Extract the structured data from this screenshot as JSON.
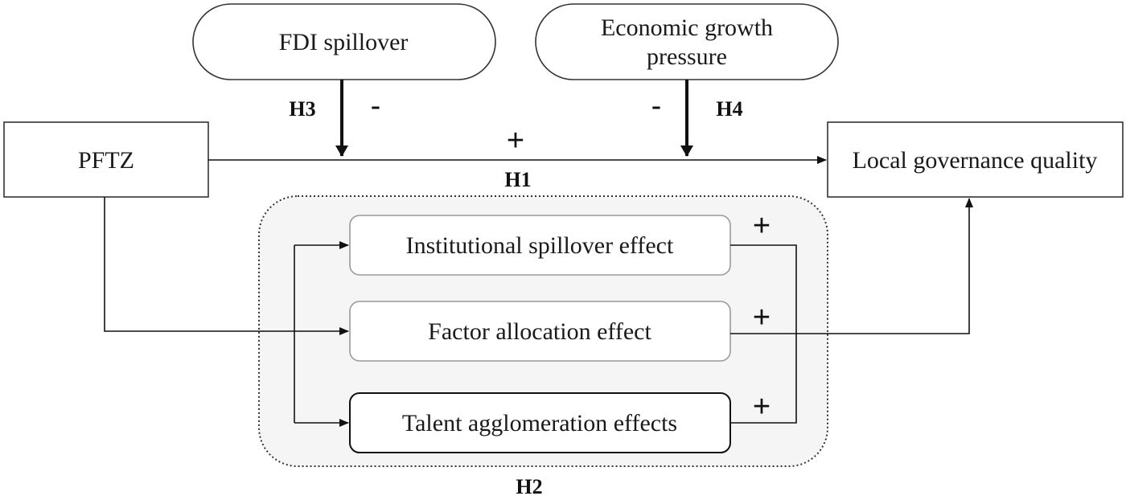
{
  "nodes": {
    "pftz": "PFTZ",
    "fdi_spillover": "FDI spillover",
    "economic_growth_pressure": [
      "Economic growth",
      "pressure"
    ],
    "local_governance_quality": "Local governance quality",
    "institutional_spillover": "Institutional spillover effect",
    "factor_allocation": "Factor allocation effect",
    "talent_agglomeration": "Talent agglomeration effects"
  },
  "hypotheses": {
    "h1": "H1",
    "h2": "H2",
    "h3": "H3",
    "h4": "H4"
  },
  "signs": {
    "h1": "+",
    "h3": "-",
    "h4": "-",
    "institutional": "+",
    "factor": "+",
    "talent": "+"
  },
  "colors": {
    "line": "#111111",
    "mediator_panel": "#f5f5f5",
    "light_border": "#9a9a9a"
  }
}
